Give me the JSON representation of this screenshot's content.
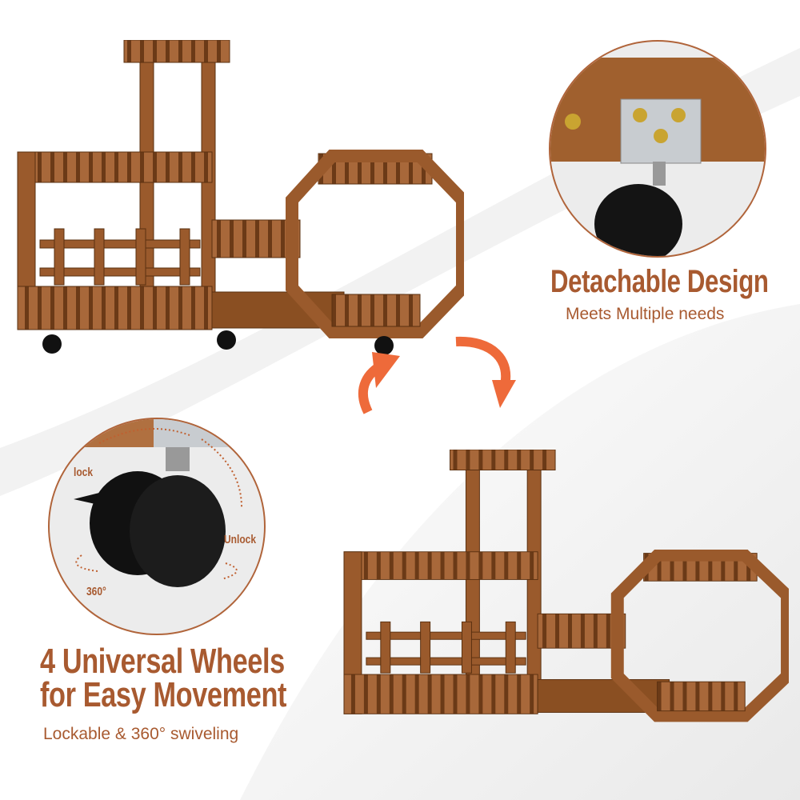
{
  "colors": {
    "accent": "#a85a30",
    "arrow": "#ee6a3a",
    "wood": "#8a4f22"
  },
  "features": [
    {
      "title": "Detachable Design",
      "subtitle": "Meets Multiple needs"
    },
    {
      "title_line1": "4 Universal Wheels",
      "title_line2": "for Easy Movement",
      "subtitle": "Lockable & 360° swiveling"
    }
  ],
  "wheel_detail": {
    "lock": "lock",
    "unlock": "Unlock",
    "rotation": "360°"
  }
}
